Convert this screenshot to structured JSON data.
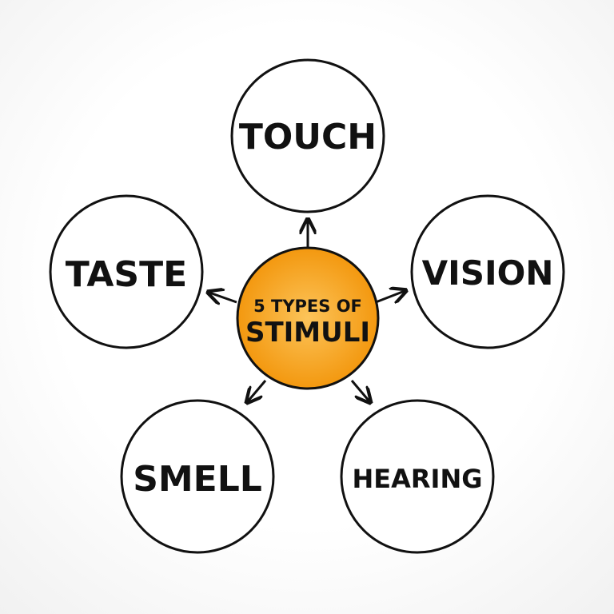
{
  "diagram": {
    "center": {
      "line1": "5 TYPES OF",
      "line2": "STIMULI",
      "fill_inner": "#FCC45A",
      "fill_outer": "#F3980F"
    },
    "nodes": [
      {
        "id": "touch",
        "label": "TOUCH"
      },
      {
        "id": "vision",
        "label": "VISION"
      },
      {
        "id": "hearing",
        "label": "HEARING"
      },
      {
        "id": "smell",
        "label": "SMELL"
      },
      {
        "id": "taste",
        "label": "TASTE"
      }
    ],
    "stroke_color": "#111111"
  }
}
